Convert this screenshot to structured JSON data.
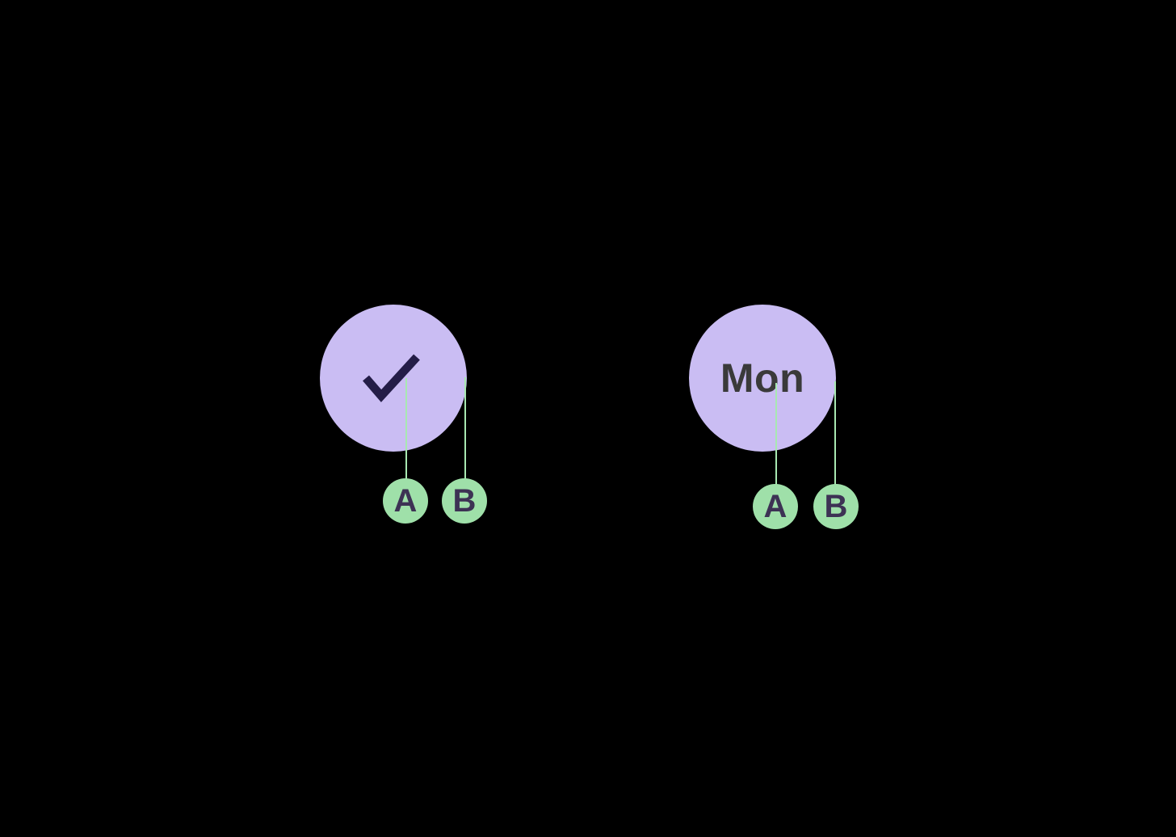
{
  "colors": {
    "background": "#000000",
    "node-fill": "#cabdf3",
    "check-stroke": "#241d47",
    "node-label": "#3a3a3a",
    "badge-fill": "#9fe0a9",
    "badge-label": "#3d3254",
    "connector-line": "#a8e8b1"
  },
  "figures": [
    {
      "id": "check-node",
      "icon": "checkmark-icon",
      "label": "",
      "connectors": [
        {
          "label": "A"
        },
        {
          "label": "B"
        }
      ]
    },
    {
      "id": "mon-node",
      "icon": "",
      "label": "Mon",
      "connectors": [
        {
          "label": "A"
        },
        {
          "label": "B"
        }
      ]
    }
  ]
}
